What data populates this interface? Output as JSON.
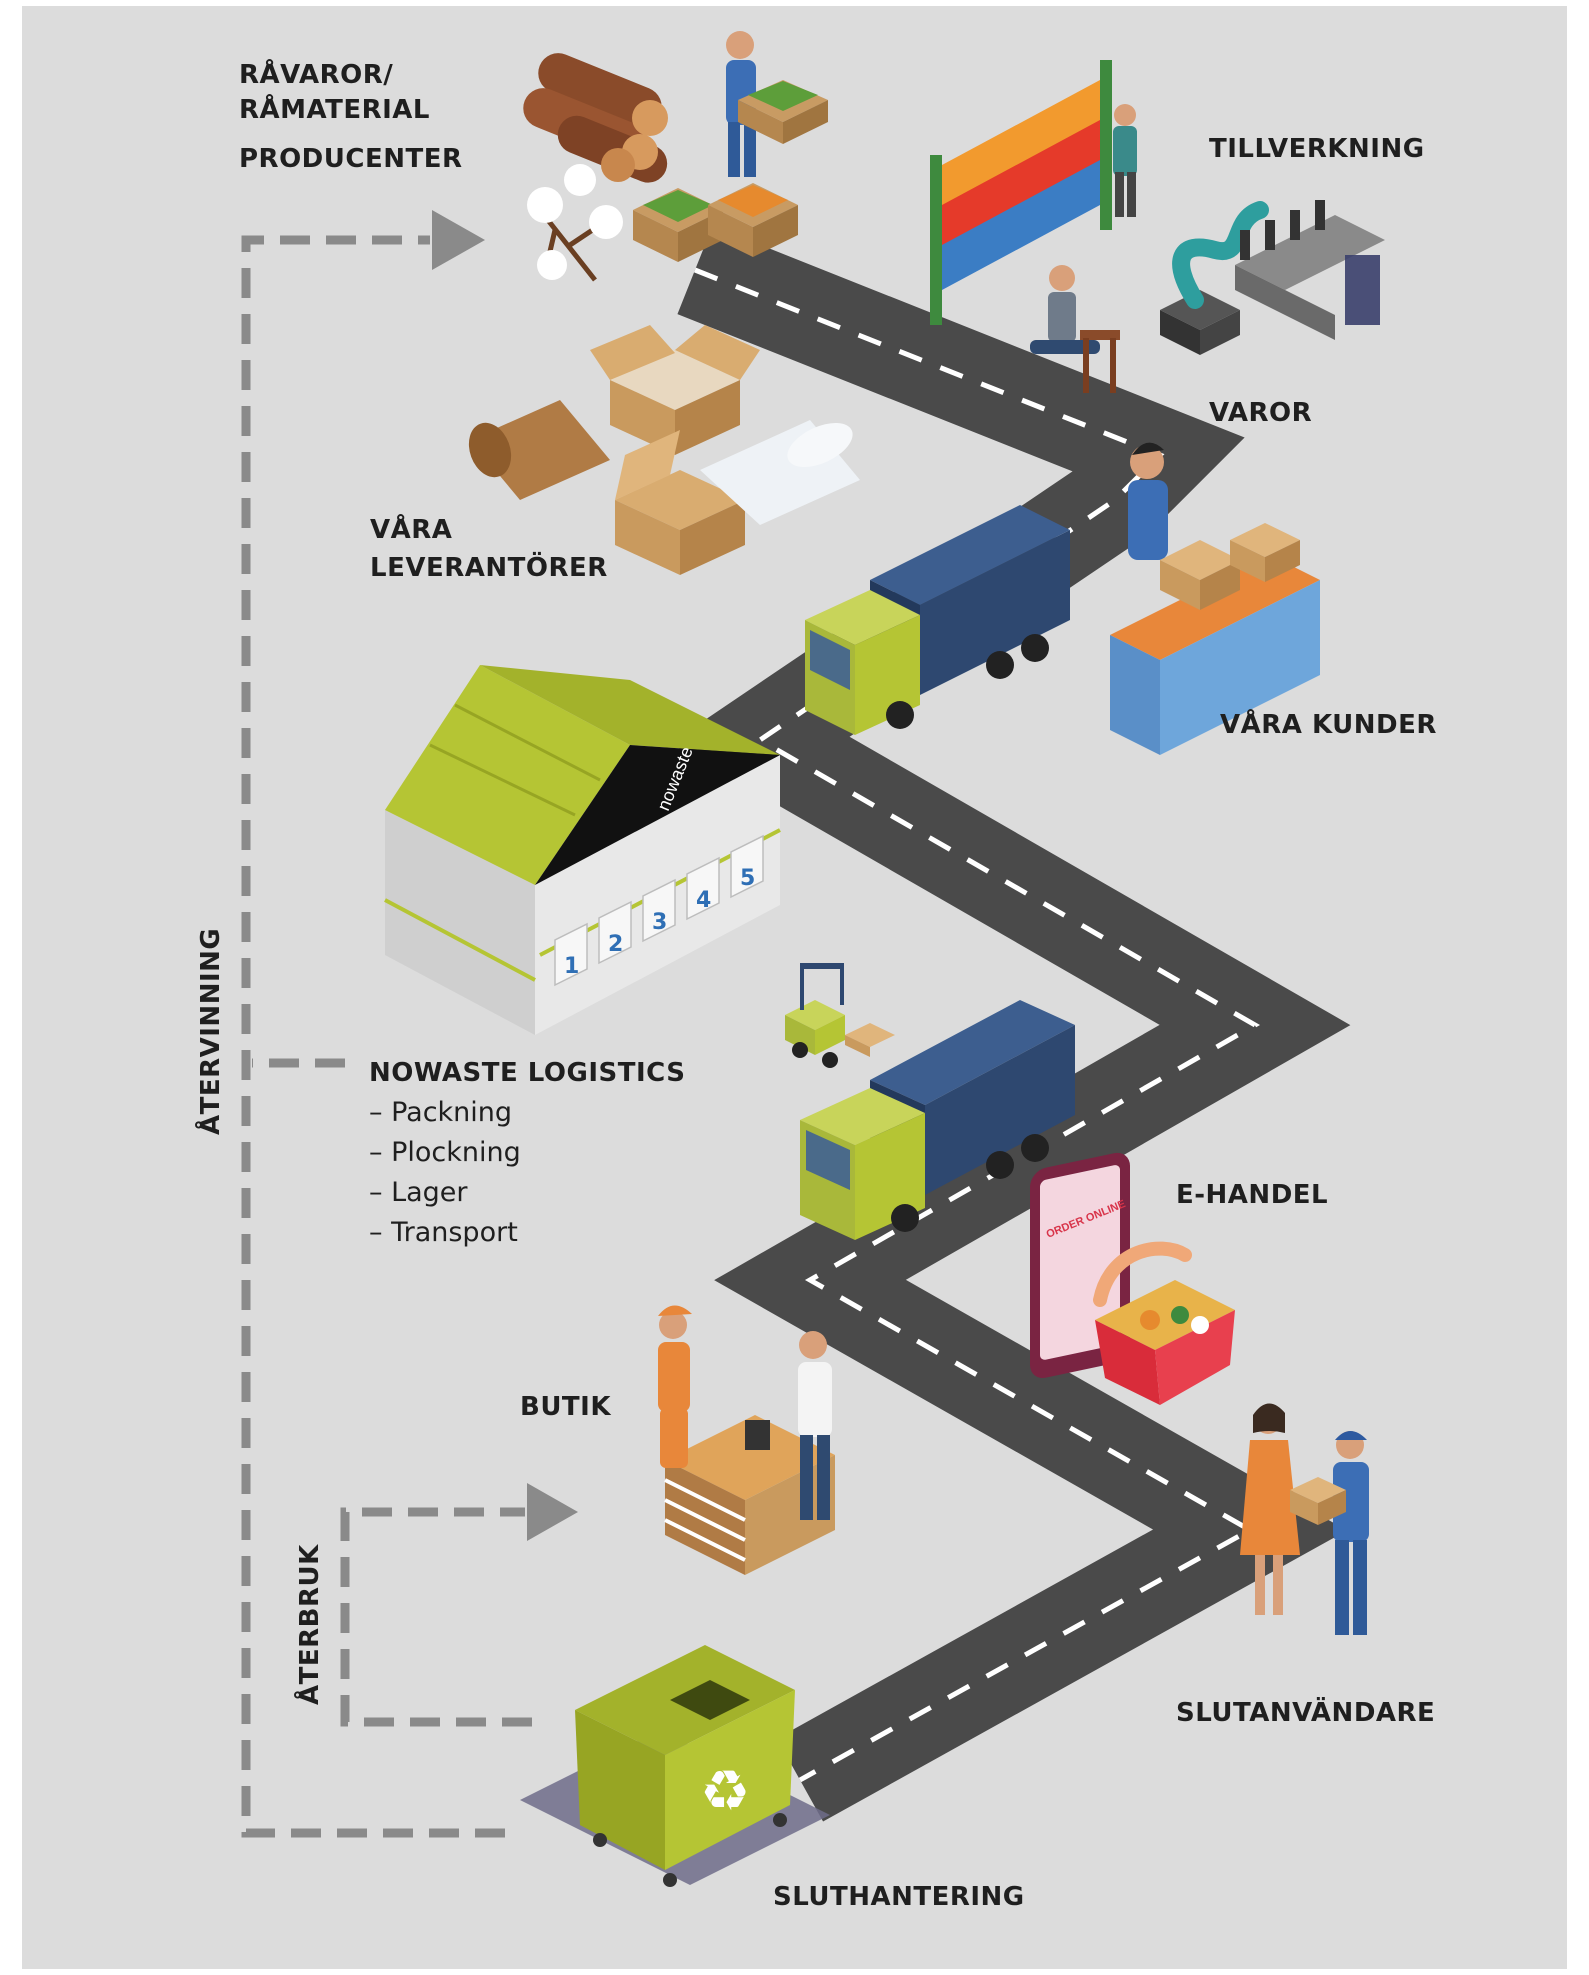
{
  "colors": {
    "background": "#dcdcdc",
    "road": "#4a4a4a",
    "road_marking": "#ffffff",
    "accent_green": "#b5c534",
    "truck_container": "#2e4870",
    "arrow_gray": "#8a8a8a"
  },
  "labels": {
    "raw_1": "RÅVAROR/",
    "raw_2": "RÅMATERIAL",
    "producers": "PRODUCENTER",
    "manufacturing": "TILLVERKNING",
    "goods": "VAROR",
    "suppliers_1": "VÅRA",
    "suppliers_2": "LEVERANTÖRER",
    "customers": "VÅRA KUNDER",
    "company": "NOWASTE LOGISTICS",
    "services": [
      "– Packning",
      "– Plockning",
      "– Lager",
      "– Transport"
    ],
    "ecommerce": "E-HANDEL",
    "shop": "BUTIK",
    "end_user": "SLUTANVÄNDARE",
    "end_handling": "SLUTHANTERING",
    "recycling": "ÅTERVINNING",
    "reuse": "ÅTERBRUK"
  },
  "warehouse": {
    "brand": "nowaste",
    "doors": [
      "1",
      "2",
      "3",
      "4",
      "5"
    ]
  },
  "tablet_text": "ORDER ONLINE",
  "icons": [
    "log-pile-icon",
    "cotton-icon",
    "farmer-icon",
    "fabric-machine-icon",
    "robot-arm-icon",
    "carpenter-icon",
    "cardboard-box-icon",
    "paper-roll-icon",
    "bubble-wrap-icon",
    "truck-icon",
    "customer-desk-icon",
    "warehouse-icon",
    "forklift-icon",
    "tablet-icon",
    "shopping-basket-icon",
    "cashier-icon",
    "delivery-people-icon",
    "recycle-bin-icon",
    "recycle-icon"
  ]
}
